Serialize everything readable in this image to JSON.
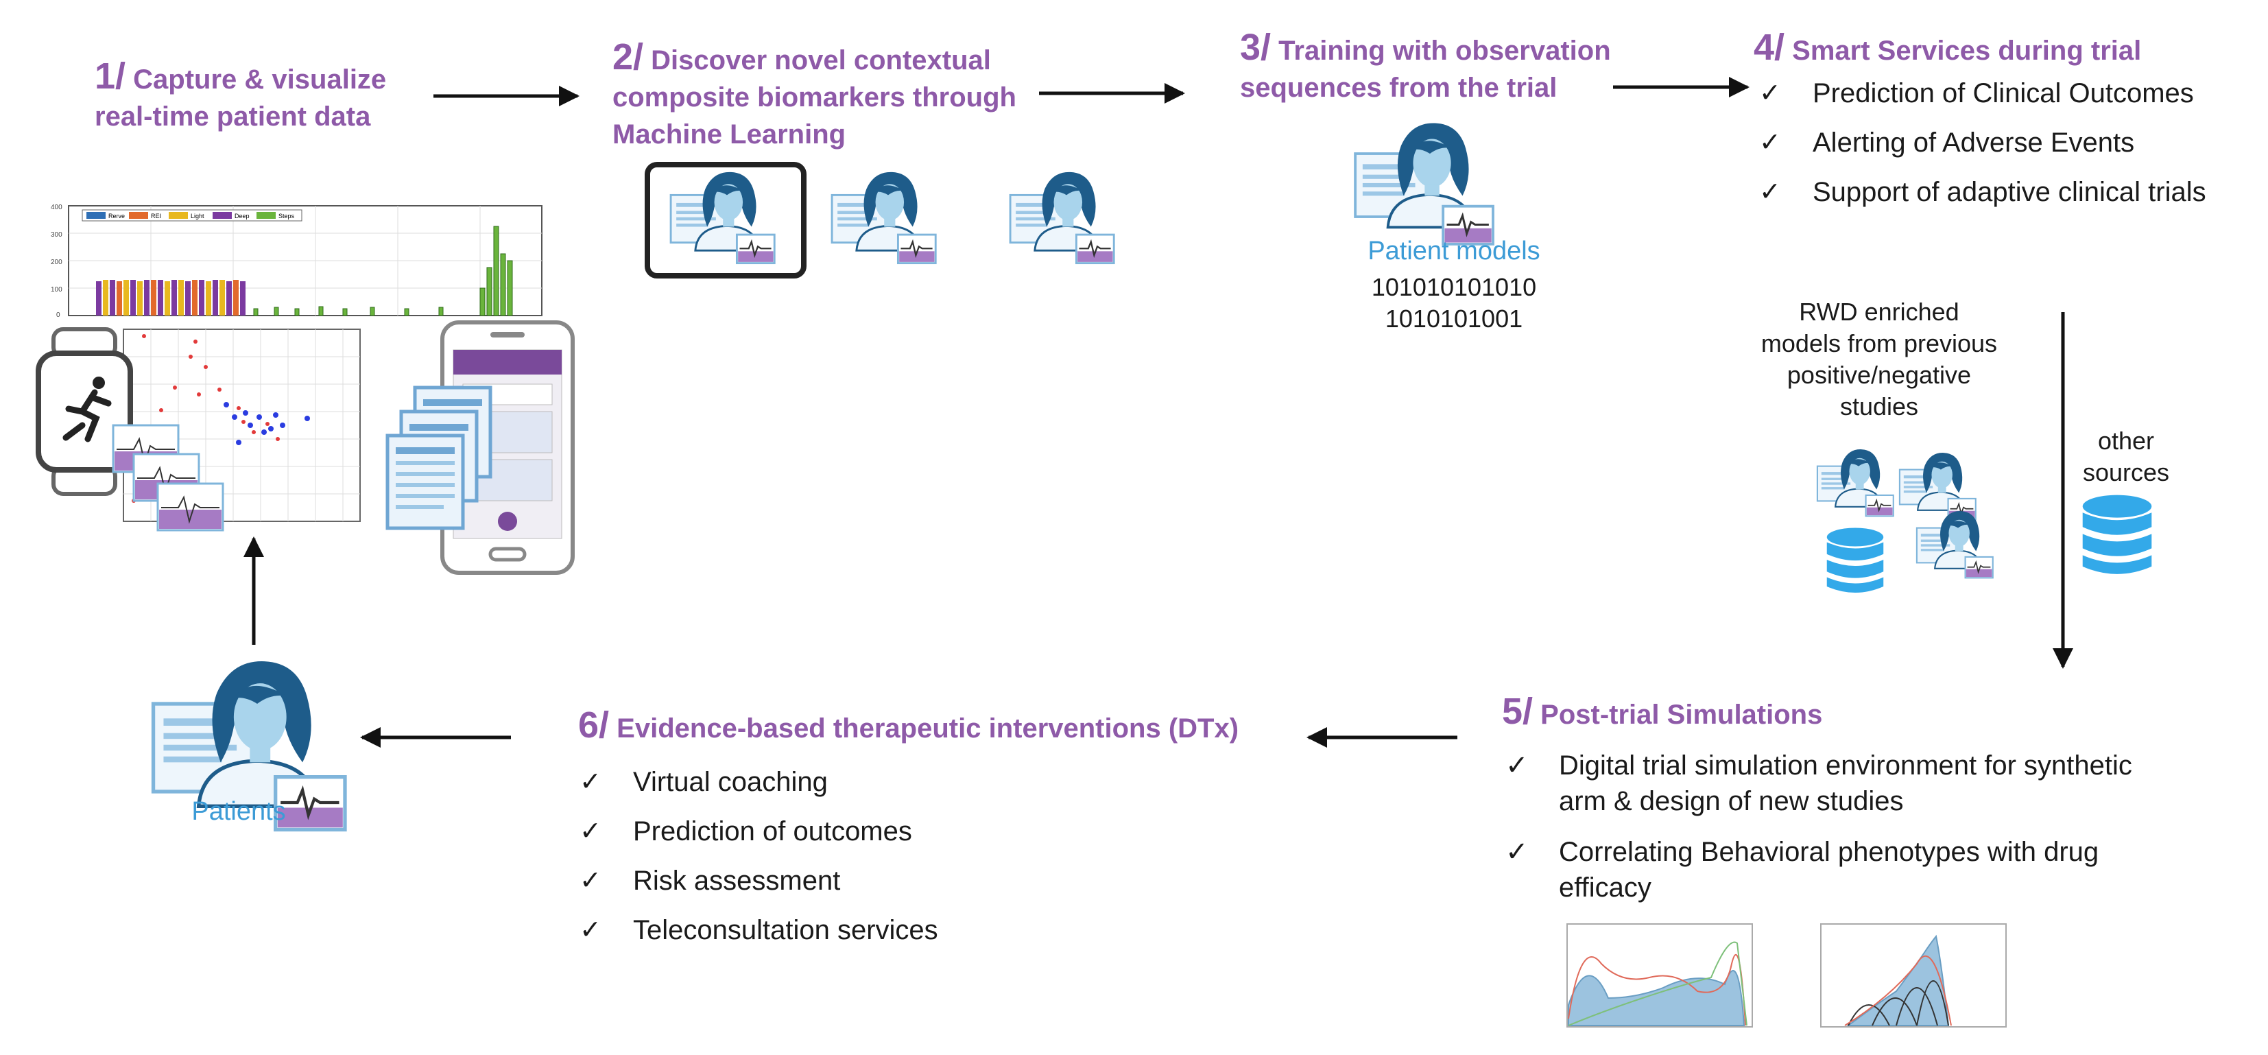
{
  "steps": {
    "s1": {
      "num": "1/",
      "line1": "Capture & visualize",
      "line2": "real-time patient data"
    },
    "s2": {
      "num": "2/",
      "line1": "Discover novel contextual",
      "line2": "composite biomarkers through",
      "line3": "Machine Learning"
    },
    "s3": {
      "num": "3/",
      "line1": "Training with observation",
      "line2": "sequences from the trial"
    },
    "s4": {
      "num": "4/",
      "line1": "Smart Services during trial",
      "items": [
        "Prediction of Clinical Outcomes",
        "Alerting of Adverse Events",
        "Support of adaptive clinical trials"
      ]
    },
    "s5": {
      "num": "5/",
      "line1": "Post-trial Simulations",
      "items": [
        {
          "l1": "Digital trial simulation environment for synthetic",
          "l2": "arm & design of new studies"
        },
        {
          "l1": "Correlating Behavioral phenotypes with drug",
          "l2": "efficacy"
        }
      ]
    },
    "s6": {
      "num": "6/",
      "line1": "Evidence-based therapeutic interventions (DTx)",
      "items": [
        "Virtual coaching",
        "Prediction of outcomes",
        "Risk assessment",
        "Teleconsultation services"
      ]
    }
  },
  "labels": {
    "patient_models": "Patient models",
    "binary1": "101010101010",
    "binary2": "1010101001",
    "rwd1": "RWD enriched",
    "rwd2": "models from previous",
    "rwd3": "positive/negative",
    "rwd4": "studies",
    "other1": "other",
    "other2": "sources",
    "patients": "Patients",
    "check": "✓"
  },
  "mini_chart_legend": [
    "Rerve",
    "REI",
    "Light",
    "Deep",
    "Steps"
  ],
  "colors": {
    "accent_purple": "#8e5aa8",
    "caption_blue": "#3c9bd6",
    "avatar_dark": "#1e5c8a",
    "avatar_face": "#a9d4ec",
    "panel_purple": "#a67bc4",
    "db_blue": "#33a9e9"
  },
  "icons": [
    "patient-icon",
    "database-icon",
    "smartwatch-icon",
    "smartphone-icon",
    "check-icon",
    "arrow-icon"
  ]
}
